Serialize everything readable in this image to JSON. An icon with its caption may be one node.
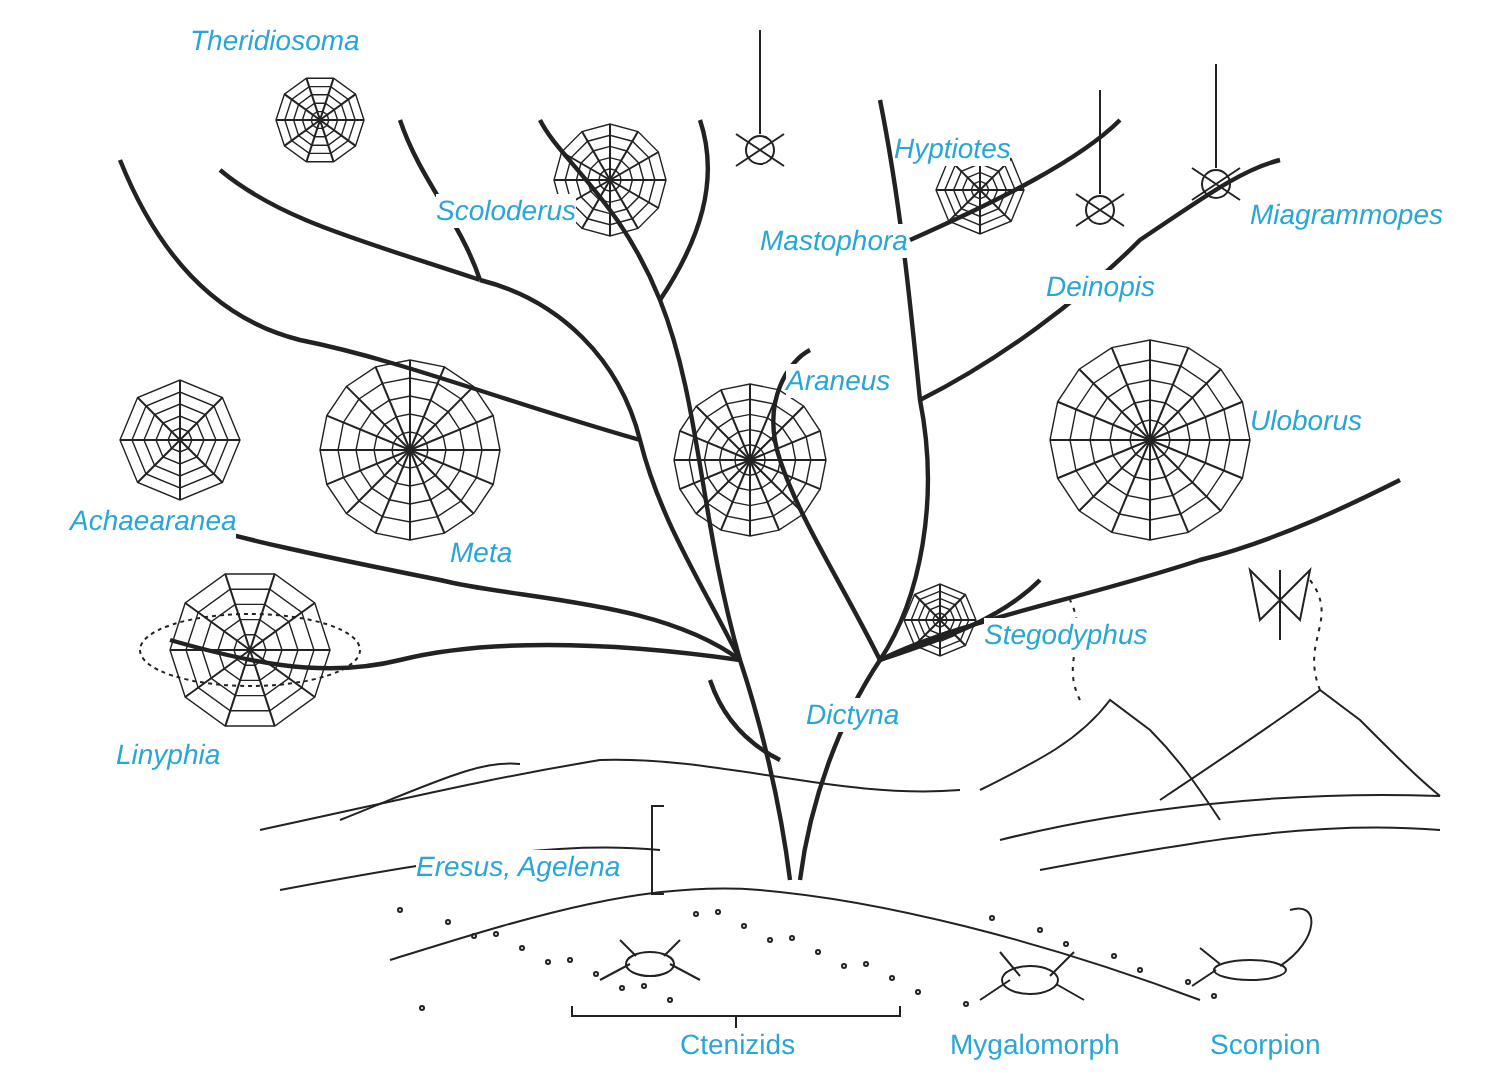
{
  "diagram": {
    "labels": [
      "Theridiosoma",
      "Hyptiotes",
      "Scoloderus",
      "Miagrammopes",
      "Mastophora",
      "Deinopis",
      "Araneus",
      "Uloborus",
      "Achaearanea",
      "Meta",
      "Stegodyphus",
      "Dictyna",
      "Linyphia",
      "Eresus, Agelena",
      "Ctenizids",
      "Mygalomorph",
      "Scorpion"
    ]
  }
}
